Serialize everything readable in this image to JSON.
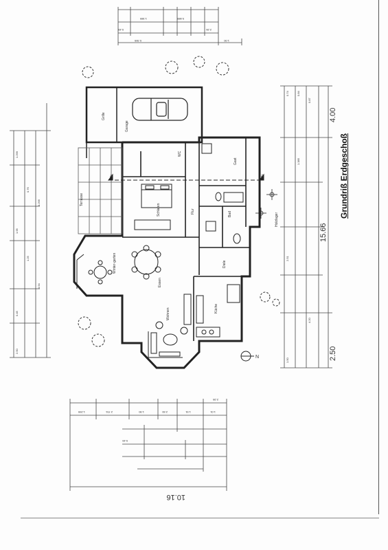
{
  "title": "Grundriß Erdgeschoß",
  "rooms": {
    "garage": "Garage",
    "grill": "Grille",
    "terrace": "Terrasse",
    "wc": "WC",
    "guest": "Gast",
    "bedroom": "Schlafen",
    "hall": "Flur",
    "bath": "Bad",
    "winter_garden": "Winter-garten",
    "dining": "Essen",
    "living": "Wohnen",
    "hallway": "Diele",
    "kitchen": "Küche",
    "woodstore": "Holzlager"
  },
  "section_marks": [
    "A",
    "A"
  ],
  "dims": {
    "right_outer": [
      "4.00",
      "15.66",
      "2.50"
    ],
    "bottom_outer": "10.16",
    "right_small": [
      "0.74",
      "1.385",
      "2.51",
      "4.20",
      "0.84",
      "0.87",
      "1.50"
    ],
    "bottom_small": [
      "1.299",
      "2.701",
      "1.90",
      "2.50",
      "1.91",
      "2.28",
      "1.01",
      "0.45"
    ],
    "top_small": [
      "0.45",
      "1.385",
      "0.355",
      "1.00",
      "0.885",
      "2.26"
    ],
    "left_small": [
      "1.299",
      "0.76",
      "1.95",
      "4.94",
      "0.45",
      "2.50",
      "1.25",
      "4.295"
    ]
  },
  "north": "N"
}
